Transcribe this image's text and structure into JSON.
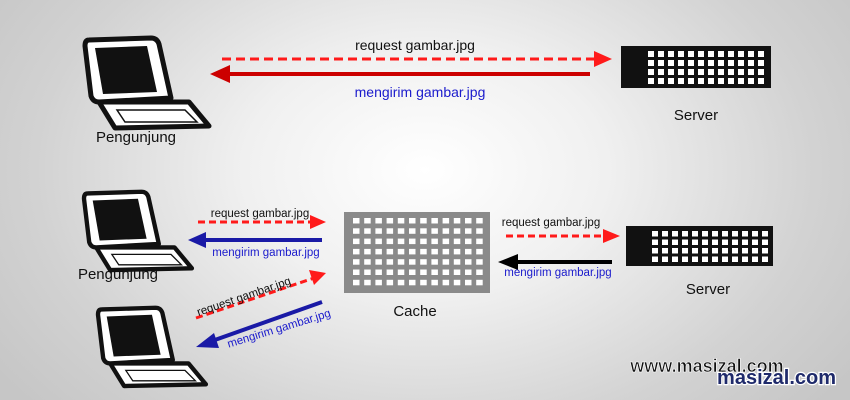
{
  "top": {
    "client_label": "Pengunjung",
    "server_label": "Server",
    "request_label": "request gambar.jpg",
    "response_label": "mengirim gambar.jpg"
  },
  "bottom": {
    "client_label": "Pengunjung",
    "cache_label": "Cache",
    "server_label": "Server",
    "request_label_1": "request gambar.jpg",
    "response_label_1": "mengirim gambar.jpg",
    "request_label_2": "request gambar.jpg",
    "response_label_2": "mengirim gambar.jpg",
    "cache_request_label": "request gambar.jpg",
    "cache_response_label": "mengirim gambar.jpg"
  },
  "watermark": {
    "line1": "www.masizal.com",
    "line2": "masizal.com"
  },
  "colors": {
    "request": "#ff1a1a",
    "response_top": "#cc0000",
    "response_blue": "#1a1aa6",
    "response_black": "#000000",
    "text_blue": "#1a1acc"
  }
}
